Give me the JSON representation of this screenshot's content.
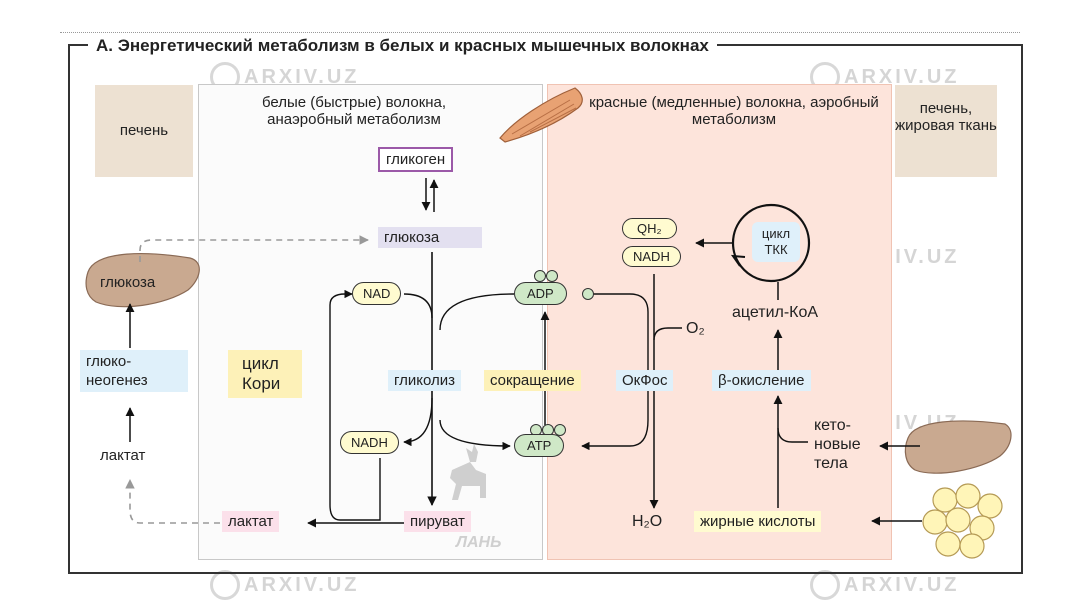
{
  "title": "А. Энергетический метаболизм в белых и красных мышечных волокнах",
  "zones": {
    "liver_left": "печень",
    "white_fibers": "белые (быстрые) волокна, анаэробный метаболизм",
    "red_fibers": "красные (медленные) волокна, аэробный метаболизм",
    "liver_fat_right": "печень, жировая ткань"
  },
  "nodes": {
    "glycogen": "гликоген",
    "glucose_muscle": "глюкоза",
    "glucose_liver": "глюкоза",
    "gluconeogenesis": "глюко- неогенез",
    "lactate_liver": "лактат",
    "cori_cycle": "цикл Кори",
    "nad": "NAD",
    "nadh": "NADH",
    "adp": "ADP",
    "atp": "ATP",
    "glycolysis": "гликолиз",
    "contraction": "сокращение",
    "oxphos": "ОкФос",
    "beta_oxidation": "β-окисление",
    "qh2": "QH₂",
    "nadh_red": "NADH",
    "tca_cycle": "цикл ТКК",
    "acetyl_coa": "ацетил-КоА",
    "o2": "O₂",
    "ketone_bodies": "кето- новые тела",
    "lactate_muscle": "лактат",
    "pyruvate": "пируват",
    "water": "H₂O",
    "fatty_acids": "жирные кислоты"
  },
  "watermark": {
    "text": "ARXIV.UZ",
    "publisher": "ЛАНЬ"
  },
  "colors": {
    "liver": "#ede1d2",
    "red_zone": "#fde4db",
    "glycogen_border": "#9b59a8",
    "glucose_box": "#e3e0f0",
    "blue_label": "#dff0fa",
    "yellow_label": "#fdf1b8",
    "pink_label": "#fbe0ea",
    "pill_yellow": "#fffbd0",
    "pill_green": "#cfe8c7"
  }
}
